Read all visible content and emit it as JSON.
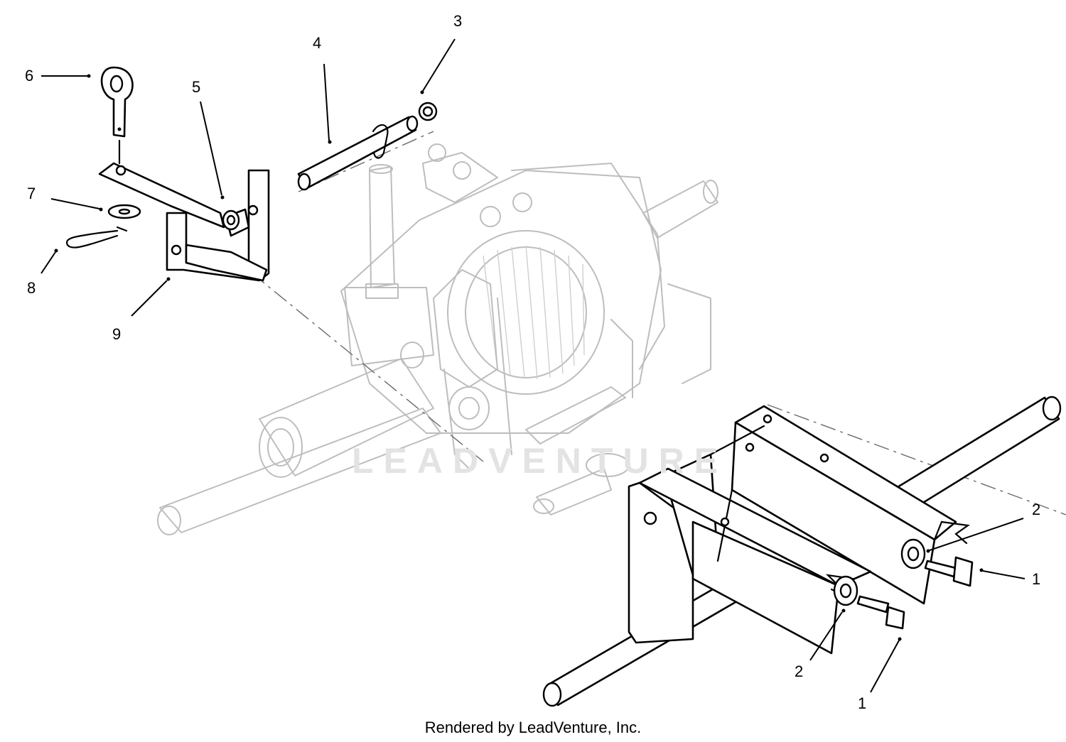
{
  "callouts": [
    {
      "label": "6"
    },
    {
      "label": "5"
    },
    {
      "label": "4"
    },
    {
      "label": "3"
    },
    {
      "label": "7"
    },
    {
      "label": "8"
    },
    {
      "label": "9"
    },
    {
      "label": "2"
    },
    {
      "label": "1"
    },
    {
      "label": "2"
    },
    {
      "label": "1"
    }
  ],
  "watermark": "LEADVENTURE",
  "footer": "Rendered by LeadVenture, Inc."
}
